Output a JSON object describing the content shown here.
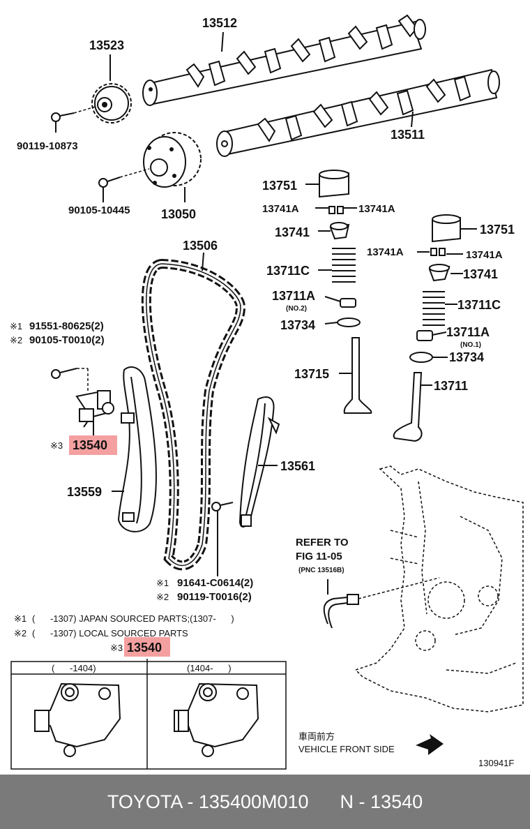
{
  "labels": {
    "p13512": "13512",
    "p13523": "13523",
    "p13511": "13511",
    "p90119_10873": "90119-10873",
    "p90105_10445": "90105-10445",
    "p13050": "13050",
    "p13751_left": "13751",
    "p13741A_l1": "13741A",
    "p13741A_l2": "13741A",
    "p13741_left": "13741",
    "p13711C_left": "13711C",
    "p13711A_left": "13711A",
    "no2": "(NO.2)",
    "p13734_left": "13734",
    "p13715": "13715",
    "p13751_right": "13751",
    "p13741A_r1": "13741A",
    "p13741A_r2": "13741A",
    "p13741_right": "13741",
    "p13711C_right": "13711C",
    "p13711A_right": "13711A",
    "no1": "(NO.1)",
    "p13734_right": "13734",
    "p13711": "13711",
    "p13506": "13506",
    "p13561": "13561",
    "p13559": "13559",
    "p13540": "13540",
    "mark1": "※1",
    "mark2": "※2",
    "mark3": "※3",
    "bolt_a1": "91551-80625(2)",
    "bolt_a2": "90105-T0010(2)",
    "bolt_b1": "91641-C0614(2)",
    "bolt_b2": "90119-T0016(2)",
    "refer1": "REFER TO",
    "refer2": "FIG 11-05",
    "refer3": "(PNC 13516B)",
    "front_jp": "車両前方",
    "front_en": "VEHICLE FRONT SIDE",
    "fig_no": "130941F"
  },
  "notes": {
    "n1_mark": "※1",
    "n1": "(      -1307) JAPAN SOURCED PARTS;(1307-      )",
    "n2_mark": "※2",
    "n2": "(      -1307) LOCAL SOURCED PARTS",
    "n3_mark": "※3",
    "n3_part": "13540"
  },
  "variants": {
    "left": "(      -1404)",
    "right": "(1404-      )"
  },
  "footer": {
    "text": "TOYOTA - 135400M010      N - 13540"
  },
  "colors": {
    "highlight": "#f4a0a0",
    "footer_bg": "#7a7a7a"
  }
}
